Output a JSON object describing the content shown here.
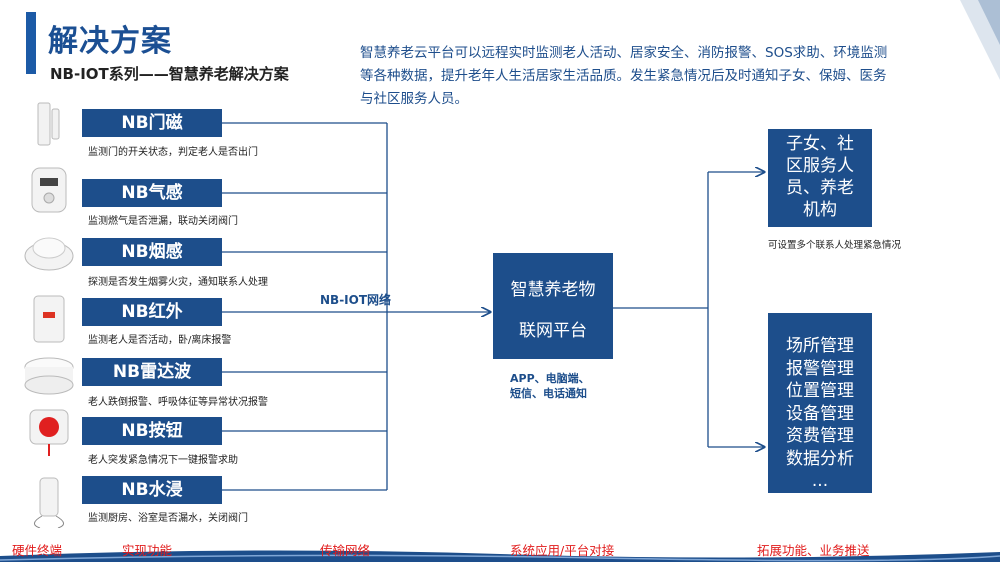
{
  "header": {
    "title": "解决方案",
    "subtitle": "NB-IOT系列——智慧养老解决方案",
    "intro": "智慧养老云平台可以远程实时监测老人活动、居家安全、消防报警、SOS求助、环境监测等各种数据，提升老年人生活居家生活品质。发生紧急情况后及时通知子女、保姆、医务与社区服务人员。"
  },
  "devices": [
    {
      "name": "NB门磁",
      "desc": "监测门的开关状态，判定老人是否出门",
      "icon": "door-sensor-icon"
    },
    {
      "name": "NB气感",
      "desc": "监测燃气是否泄漏，联动关闭阀门",
      "icon": "gas-detector-icon"
    },
    {
      "name": "NB烟感",
      "desc": "探测是否发生烟雾火灾，通知联系人处理",
      "icon": "smoke-detector-icon"
    },
    {
      "name": "NB红外",
      "desc": "监测老人是否活动，卧/离床报警",
      "icon": "infrared-sensor-icon"
    },
    {
      "name": "NB雷达波",
      "desc": "老人跌倒报警、呼吸体征等异常状况报警",
      "icon": "radar-sensor-icon"
    },
    {
      "name": "NB按钮",
      "desc": "老人突发紧急情况下一键报警求助",
      "icon": "sos-button-icon"
    },
    {
      "name": "NB水浸",
      "desc": "监测厨房、浴室是否漏水，关闭阀门",
      "icon": "water-leak-sensor-icon"
    }
  ],
  "network_label": "NB-IOT网络",
  "platform": {
    "line1": "智慧养老物",
    "line2": "联网平台",
    "desc_line1": "APP、电脑端、",
    "desc_line2": "短信、电话通知"
  },
  "contacts": {
    "lines": [
      "子女、社",
      "区服务人",
      "员、养老",
      "机构"
    ],
    "note": "可设置多个联系人处理紧急情况"
  },
  "extensions": {
    "lines": [
      "场所管理",
      "报警管理",
      "位置管理",
      "设备管理",
      "资费管理",
      "数据分析",
      "..."
    ]
  },
  "bottom_labels": [
    "硬件终端",
    "实现功能",
    "传输网络",
    "系统应用/平台对接",
    "拓展功能、业务推送"
  ],
  "colors": {
    "primary": "#1d4e8b",
    "title": "#1b4f93",
    "bottom_label": "#e11b1b"
  }
}
